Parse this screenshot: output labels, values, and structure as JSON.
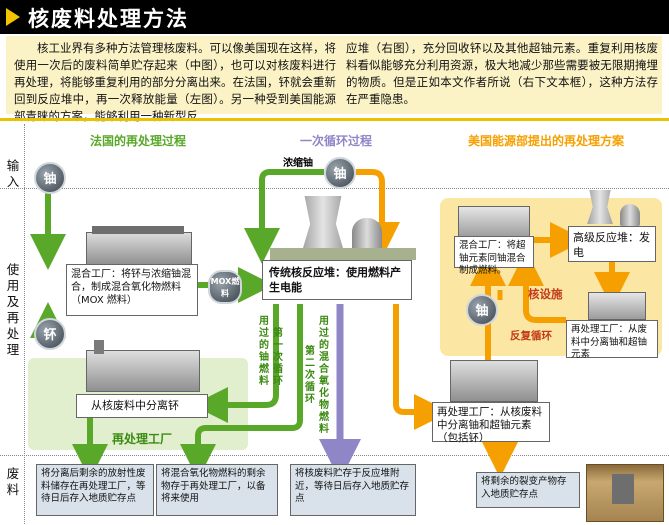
{
  "title": "核废料处理方法",
  "intro": {
    "left": "核工业界有多种方法管理核废料。可以像美国现在这样，将使用一次后的废料简单贮存起来（中图），也可以对核废料进行再处理，将能够重复利用的部分分离出来。在法国，钚就会重新回到反应堆中，再一次释放能量（左图）。另一种受到美国能源部青睐的方案，能够利用一种新型反",
    "right": "应堆（右图），充分回收钚以及其他超铀元素。重复利用核废料看似能够充分利用资源，极大地减少那些需要被无限期掩埋的物质。但是正如本文作者所说（右下文本框），这种方法存在严重隐患。"
  },
  "columns": {
    "france": "法国的再处理过程",
    "once": "一次循环过程",
    "usdoe": "美国能源部提出的再处理方案"
  },
  "rows": {
    "input": "输入",
    "use": "使用及再处理",
    "waste": "废料"
  },
  "input": {
    "enriched_uranium_label": "浓缩铀",
    "uranium_symbol": "铀"
  },
  "france": {
    "uranium_symbol": "铀",
    "plutonium_symbol": "钚",
    "mixing_plant": "混合工厂：将钚与浓缩铀混合，制成混合氧化物燃料（MOX 燃料）",
    "mox_tag": "MOX燃料",
    "separate_pu": "从核废料中分离钚",
    "reprocessing_plant": "再处理工厂",
    "waste_left": "将分离后剩余的放射性废料储存在再处理工厂，等待日后存入地质贮存点",
    "waste_right": "将混合氧化物燃料的剩余物存于再处理工厂，以备将来使用",
    "spent_uranium_fuel": "用过的铀燃料",
    "first_cycle": "第一次循环",
    "spent_mox_fuel": "用过的混合氧化物燃料",
    "second_cycle": "第二次循环"
  },
  "once": {
    "reactor": "传统核反应堆：使用燃料产生电能",
    "waste": "将核废料贮存于反应堆附近，等待日后存入地质贮存点"
  },
  "usdoe": {
    "uranium_symbol": "铀",
    "mixing_plant": "混合工厂：将超铀元素同铀混合制成燃料。",
    "advanced_reactor": "高级反应堆：发电",
    "reprocessing_plant_upper": "再处理工厂：从废料中分离铀和超铀元素",
    "core_facility": "核设施",
    "repeat_cycle": "反复循环",
    "reprocessing_plant_lower": "再处理工厂：从核废料中分离铀和超铀元素（包括钚）",
    "waste": "将剩余的裂变产物存入地质贮存点"
  },
  "colors": {
    "title_bar": "#000000",
    "title_arrow": "#f5c400",
    "intro_bg": "#fbf3c6",
    "green": "#5aa82a",
    "purple": "#8f86c8",
    "orange": "#f5a000",
    "green_panel": "#e2efcf",
    "yellow_panel": "#fbe7a3",
    "red_label": "#c23a18"
  }
}
